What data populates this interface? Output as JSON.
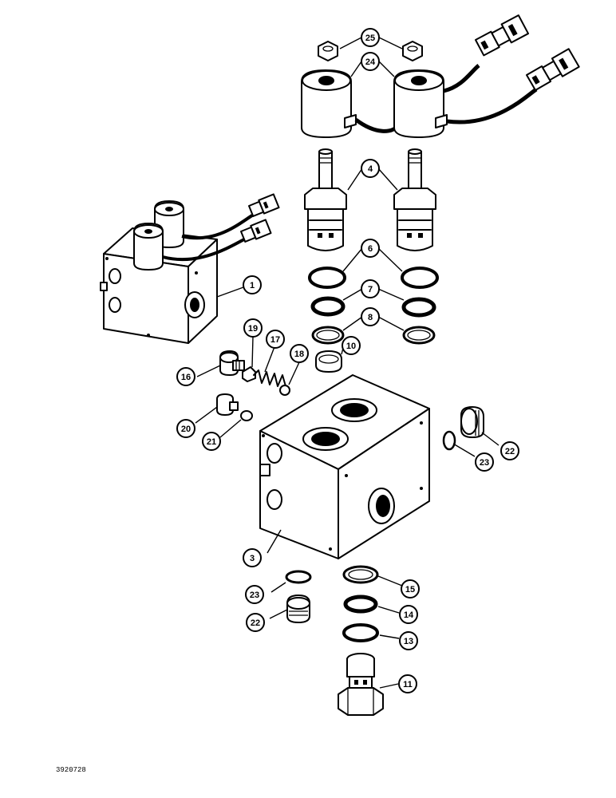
{
  "figure_id": "3920728",
  "callouts": {
    "c1": "1",
    "c3": "3",
    "c4": "4",
    "c6": "6",
    "c7": "7",
    "c8": "8",
    "c10": "10",
    "c11": "11",
    "c13": "13",
    "c14": "14",
    "c15": "15",
    "c16": "16",
    "c17": "17",
    "c18": "18",
    "c19": "19",
    "c20": "20",
    "c21": "21",
    "c22a": "22",
    "c22b": "22",
    "c23a": "23",
    "c23b": "23",
    "c24": "24",
    "c25": "25"
  }
}
